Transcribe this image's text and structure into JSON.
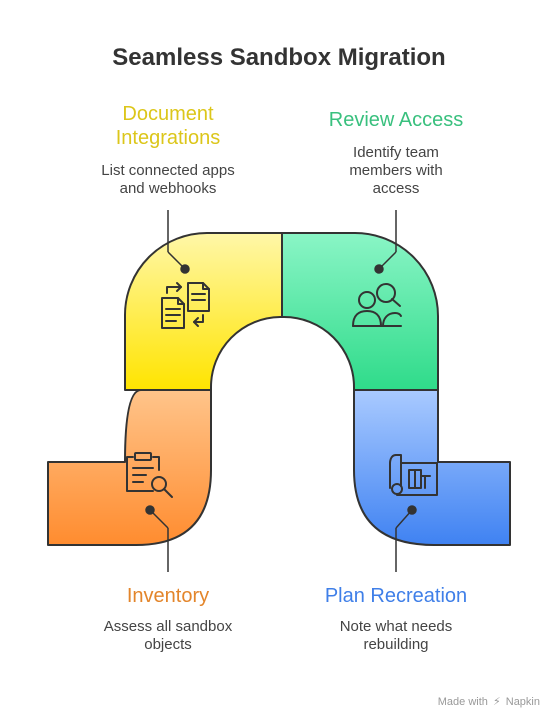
{
  "title": "Seamless Sandbox Migration",
  "steps": [
    {
      "id": "document-integrations",
      "title": "Document\nIntegrations",
      "description": "List connected apps\nand webhooks",
      "color": "#E8D21D"
    },
    {
      "id": "review-access",
      "title": "Review Access",
      "description": "Identify team\nmembers with\naccess",
      "color": "#39C07E"
    },
    {
      "id": "inventory",
      "title": "Inventory",
      "description": "Assess all sandbox\nobjects",
      "color": "#E3852A"
    },
    {
      "id": "plan-recreation",
      "title": "Plan Recreation",
      "description": "Note what needs\nrebuilding",
      "color": "#3F7FE8"
    }
  ],
  "footer": {
    "made_with": "Made with",
    "brand": "Napkin"
  },
  "icons": [
    "document-swap-icon",
    "team-search-icon",
    "clipboard-search-icon",
    "blueprint-icon"
  ]
}
